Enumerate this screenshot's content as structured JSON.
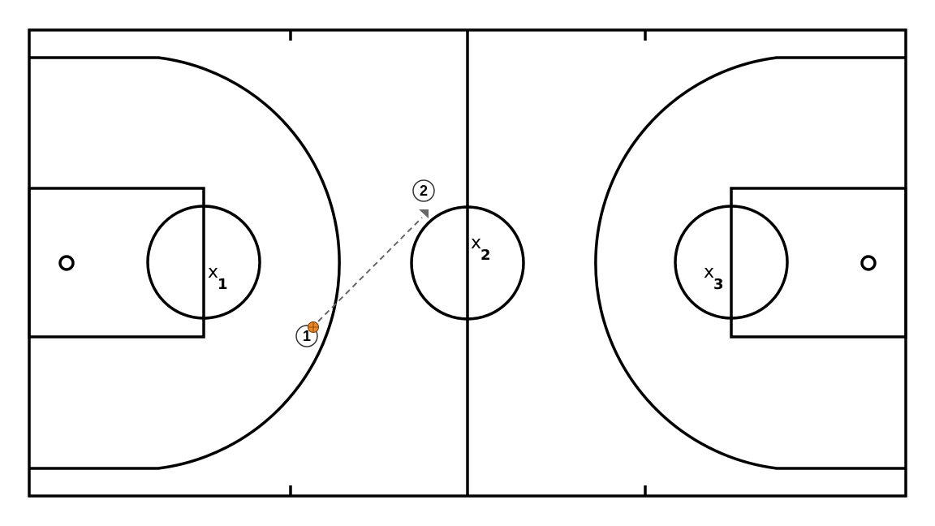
{
  "diagram": {
    "type": "basketball-play-diagram",
    "court": "full-court",
    "colors": {
      "court_lines": "#000000",
      "background": "#ffffff",
      "pass_line": "#666666",
      "ball": "#e8892b"
    },
    "offense_players": [
      {
        "label": "1",
        "has_ball": true
      },
      {
        "label": "2",
        "has_ball": false
      }
    ],
    "defense_players": [
      {
        "mark": "x",
        "number": "1"
      },
      {
        "mark": "x",
        "number": "2"
      },
      {
        "mark": "x",
        "number": "3"
      }
    ],
    "actions": [
      {
        "type": "pass",
        "from": "1",
        "to": "2",
        "style": "dashed-arrow"
      }
    ]
  }
}
